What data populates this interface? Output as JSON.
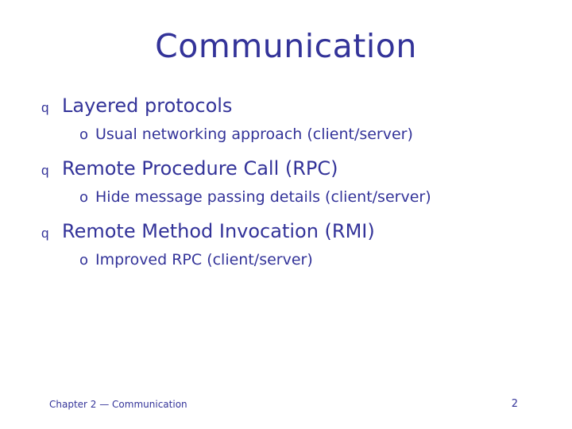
{
  "slide": {
    "title": "Communication",
    "title_color": "#333399",
    "text_color": "#333399",
    "background": "#ffffff",
    "bullets": [
      {
        "marker": "q",
        "text": "Layered protocols",
        "sub": [
          {
            "marker": "o",
            "text": "Usual networking approach (client/server)"
          }
        ]
      },
      {
        "marker": "q",
        "text": "Remote Procedure Call (RPC)",
        "sub": [
          {
            "marker": "o",
            "text": "Hide message passing details (client/server)"
          }
        ]
      },
      {
        "marker": "q",
        "text": "Remote Method Invocation (RMI)",
        "sub": [
          {
            "marker": "o",
            "text": "Improved RPC (client/server)"
          }
        ]
      }
    ],
    "footer": "Chapter 2 — Communication",
    "page_number": "2"
  }
}
